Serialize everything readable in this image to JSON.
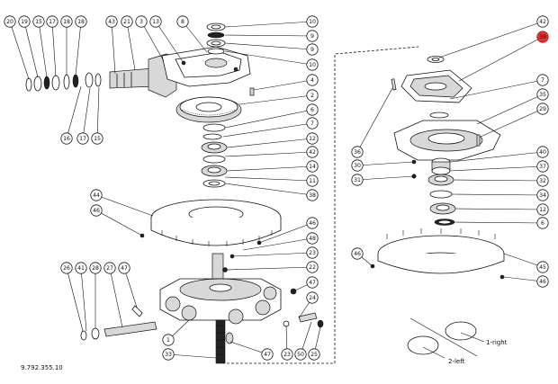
{
  "drawing_number": "9.792.355.10",
  "rotation_labels": {
    "right": "1-right",
    "left": "2-left"
  },
  "callouts": [
    {
      "label": "20"
    },
    {
      "label": "19"
    },
    {
      "label": "15"
    },
    {
      "label": "17"
    },
    {
      "label": "18"
    },
    {
      "label": "18"
    },
    {
      "label": "43"
    },
    {
      "label": "21"
    },
    {
      "label": "3"
    },
    {
      "label": "13"
    },
    {
      "label": "8"
    },
    {
      "label": "10"
    },
    {
      "label": "9"
    },
    {
      "label": "9"
    },
    {
      "label": "10"
    },
    {
      "label": "4"
    },
    {
      "label": "2"
    },
    {
      "label": "6"
    },
    {
      "label": "7"
    },
    {
      "label": "12"
    },
    {
      "label": "42"
    },
    {
      "label": "14"
    },
    {
      "label": "11"
    },
    {
      "label": "38"
    },
    {
      "label": "16"
    },
    {
      "label": "17"
    },
    {
      "label": "15"
    },
    {
      "label": "44"
    },
    {
      "label": "46"
    },
    {
      "label": "46"
    },
    {
      "label": "48"
    },
    {
      "label": "23"
    },
    {
      "label": "22"
    },
    {
      "label": "47"
    },
    {
      "label": "24"
    },
    {
      "label": "26"
    },
    {
      "label": "41"
    },
    {
      "label": "28"
    },
    {
      "label": "27"
    },
    {
      "label": "47"
    },
    {
      "label": "1"
    },
    {
      "label": "33"
    },
    {
      "label": "47"
    },
    {
      "label": "23"
    },
    {
      "label": "50"
    },
    {
      "label": "25"
    },
    {
      "label": "42"
    },
    {
      "label": "39"
    },
    {
      "label": "7"
    },
    {
      "label": "35"
    },
    {
      "label": "29"
    },
    {
      "label": "36"
    },
    {
      "label": "30"
    },
    {
      "label": "40"
    },
    {
      "label": "31"
    },
    {
      "label": "37"
    },
    {
      "label": "32"
    },
    {
      "label": "34"
    },
    {
      "label": "12"
    },
    {
      "label": "6"
    },
    {
      "label": "46"
    },
    {
      "label": "45"
    },
    {
      "label": "46"
    }
  ],
  "highlight_color": "#e8302c"
}
